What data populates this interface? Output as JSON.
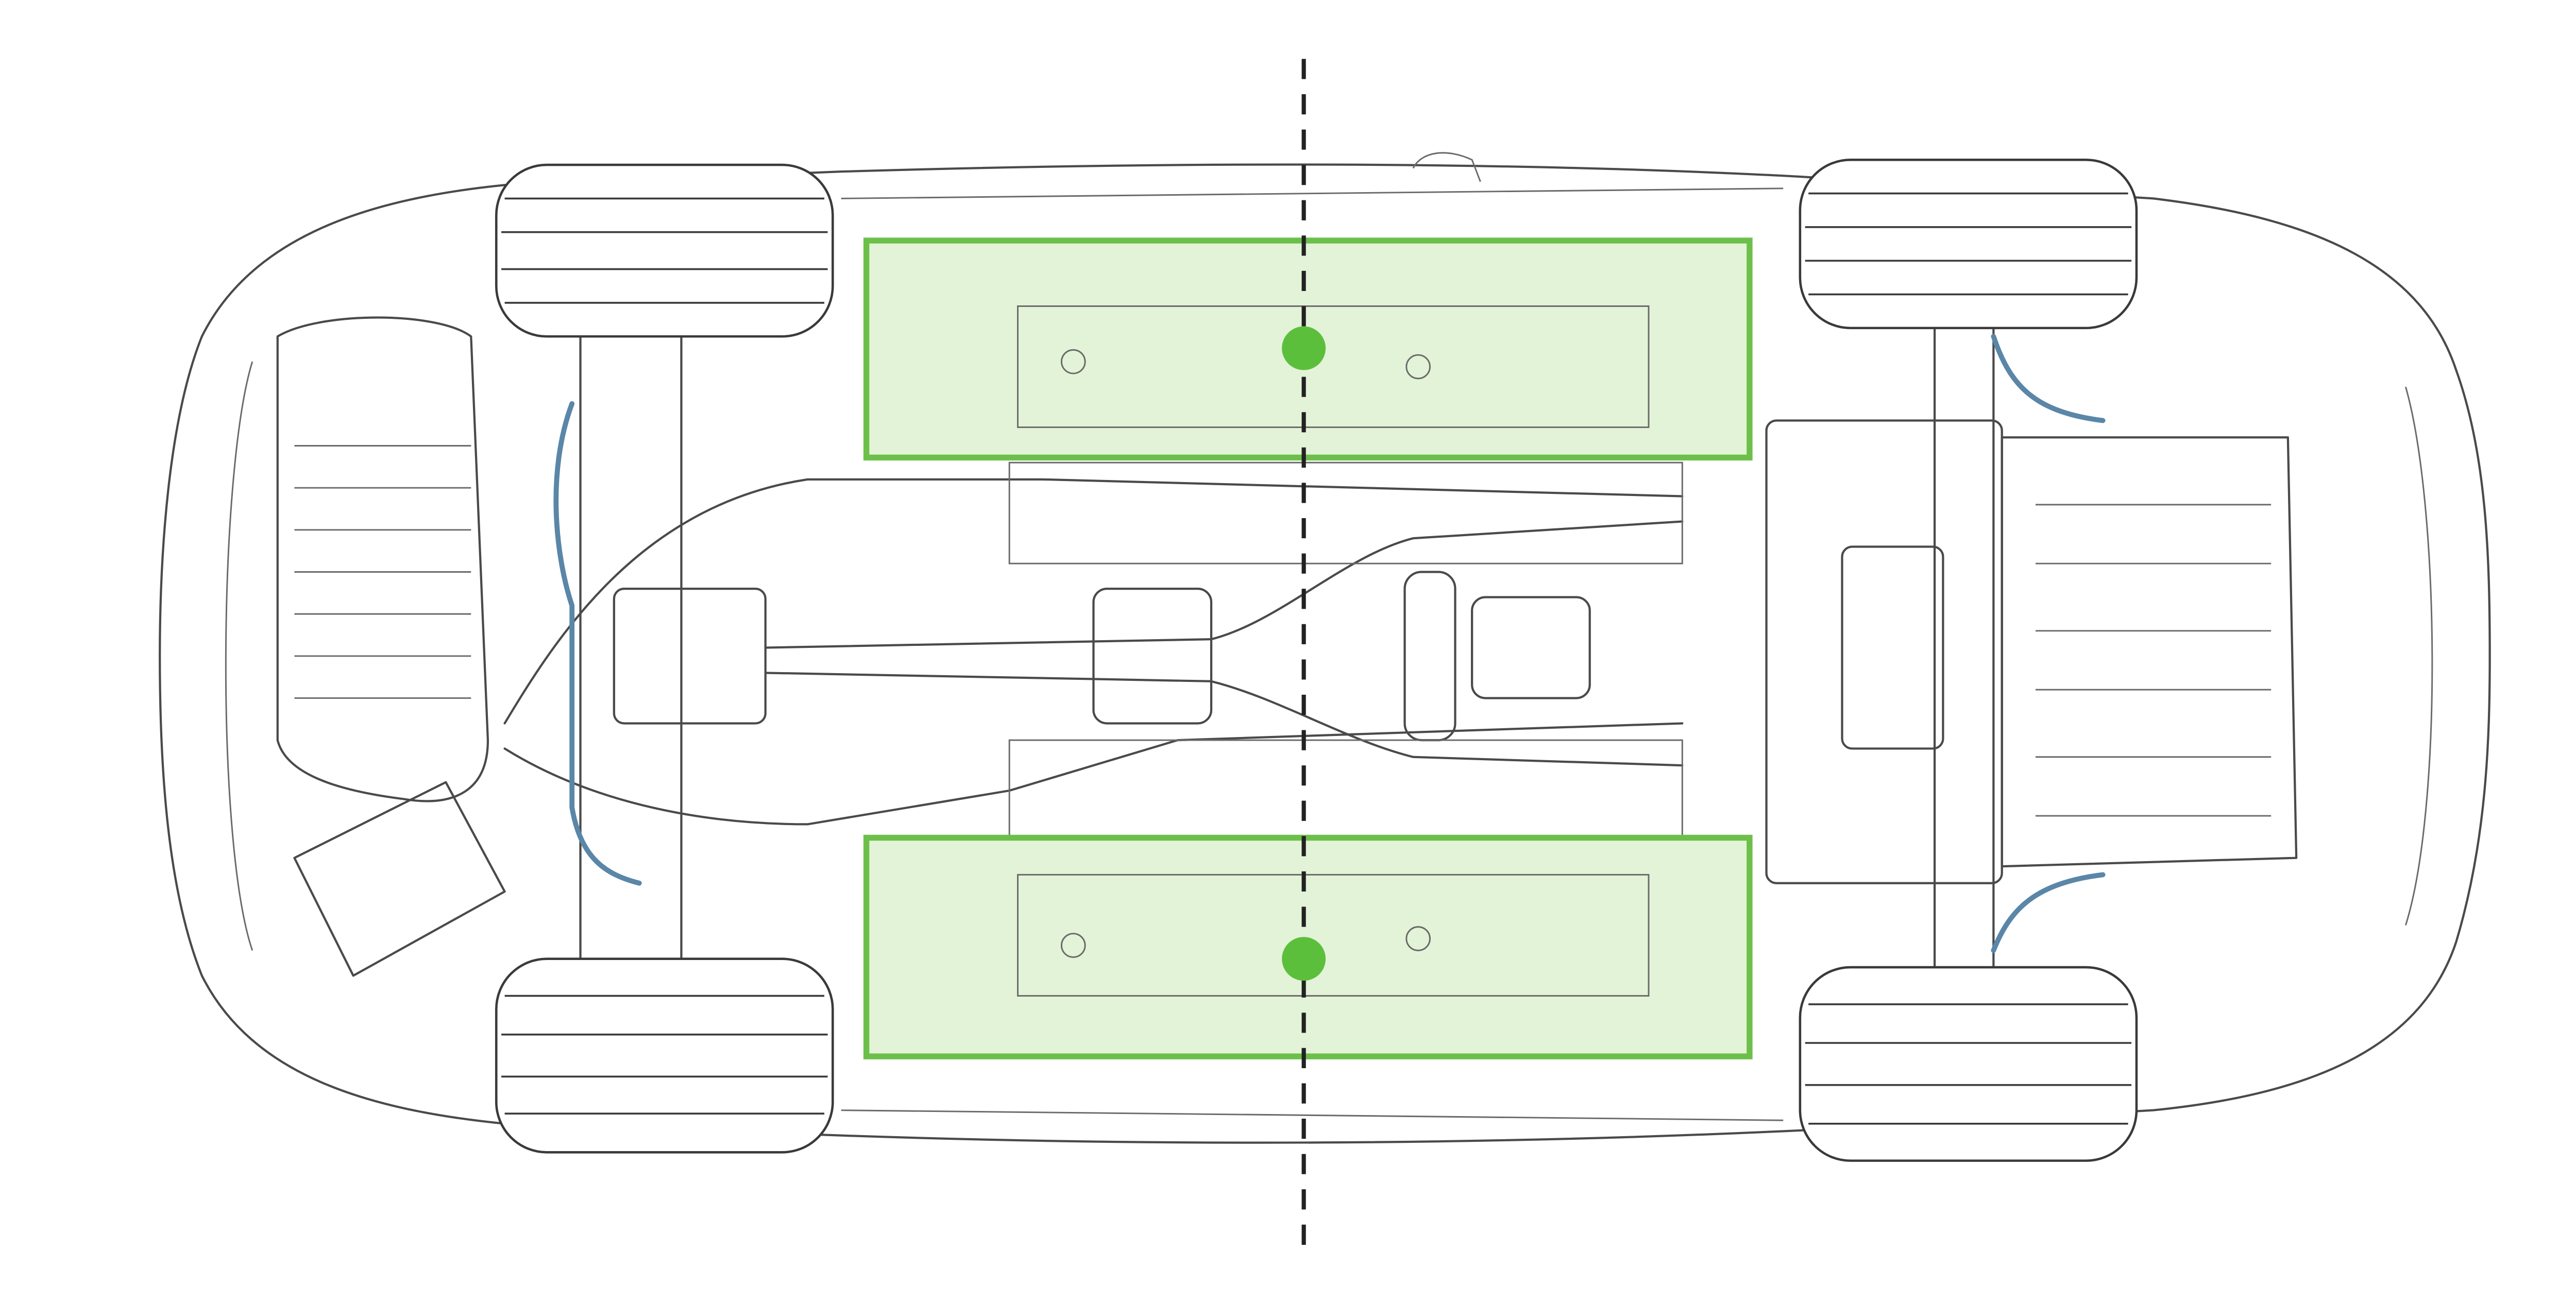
{
  "diagram": {
    "subject": "vehicle-underbody-lift-points",
    "colors": {
      "lift_zone_fill": "#d9efc9",
      "lift_zone_stroke": "#6cc04a",
      "lift_point": "#5cbf3c",
      "centerline": "#222222",
      "line_art": "#4a4a4a",
      "brake_lines": "#5a86a8"
    },
    "lift_zones": [
      {
        "id": "left-sill",
        "has_point": true
      },
      {
        "id": "right-sill",
        "has_point": true
      }
    ]
  }
}
